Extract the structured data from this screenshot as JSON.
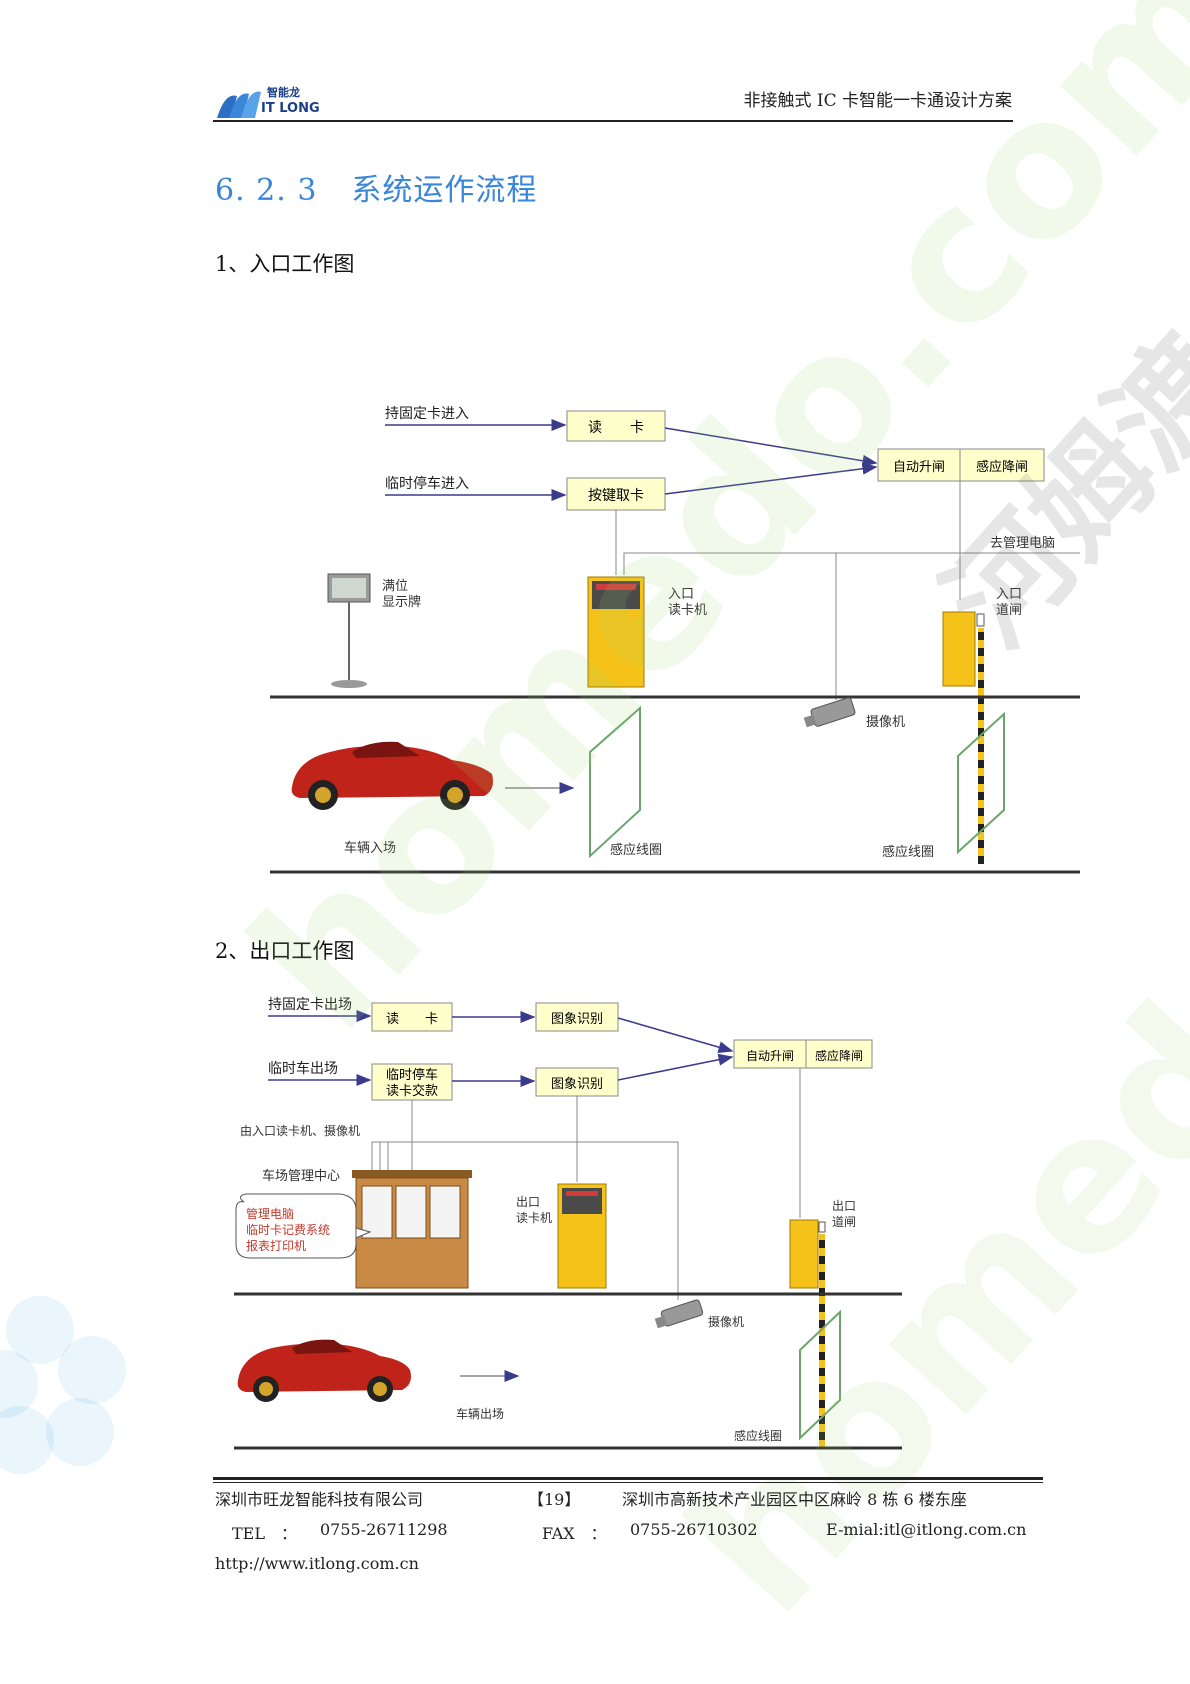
{
  "header": {
    "logo_cn": "智能龙",
    "logo_en": "IT LONG",
    "title": "非接触式 IC 卡智能一卡通设计方案"
  },
  "section": {
    "number": "6. 2. 3",
    "title": "系统运作流程"
  },
  "entry": {
    "heading": "1、入口工作图",
    "labels": {
      "fixed_card": "持固定卡进入",
      "temp_parking": "临时停车进入",
      "read_card": "读　　卡",
      "press_button": "按键取卡",
      "auto_raise": "自动升闸",
      "sense_lower": "感应降闸",
      "to_pc": "去管理电脑",
      "full_display_1": "满位",
      "full_display_2": "显示牌",
      "reader_1": "入口",
      "reader_2": "读卡机",
      "gate_1": "入口",
      "gate_2": "道闸",
      "camera": "摄像机",
      "vehicle_in": "车辆入场",
      "loop_1": "感应线圈",
      "loop_2": "感应线圈"
    }
  },
  "exit": {
    "heading": "2、出口工作图",
    "labels": {
      "fixed_card": "持固定卡出场",
      "temp_car": "临时车出场",
      "read_card": "读　　卡",
      "temp_pay_1": "临时停车",
      "temp_pay_2": "读卡交款",
      "image_recog_1": "图象识别",
      "image_recog_2": "图象识别",
      "auto_raise": "自动升闸",
      "sense_lower": "感应降闸",
      "from_entry": "由入口读卡机、摄像机",
      "center": "车场管理中心",
      "callout_1": "管理电脑",
      "callout_2": "临时卡记费系统",
      "callout_3": "报表打印机",
      "reader_1": "出口",
      "reader_2": "读卡机",
      "gate_1": "出口",
      "gate_2": "道闸",
      "camera": "摄像机",
      "vehicle_out": "车辆出场",
      "loop": "感应线圈"
    }
  },
  "watermark": {
    "text_1": "homedo.com",
    "text_2": "homedo.com",
    "text_3": "河姆渡"
  },
  "footer": {
    "company": "深圳市旺龙智能科技有限公司",
    "page": "【19】",
    "address": "深圳市高新技术产业园区中区麻岭 8 栋 6 楼东座",
    "tel_label": "TEL　：",
    "tel": "0755-26711298",
    "fax_label": "FAX　：",
    "fax": "0755-26710302",
    "email": "E-mial:itl@itlong.com.cn",
    "url": "http://www.itlong.com.cn"
  },
  "colors": {
    "heading_blue": "#3a86d8",
    "box_fill": "#ffffcc",
    "machine_yellow": "#f5c21a",
    "arrow_blue": "#3b3b8c",
    "loop_green": "#6aa66a",
    "car_red": "#c0231a"
  }
}
